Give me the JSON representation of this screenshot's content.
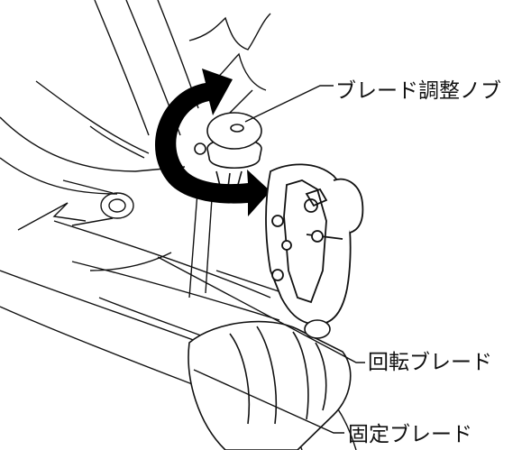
{
  "labels": {
    "blade_adjust_knob": "ブレード調整ノブ",
    "rotating_blade": "回転ブレード",
    "fixed_blade": "固定ブレード"
  },
  "icons": {
    "rotation_arrow": "curved-double-arrow-icon"
  },
  "colors": {
    "line": "#111111",
    "arrow": "#000000",
    "background": "#ffffff"
  }
}
